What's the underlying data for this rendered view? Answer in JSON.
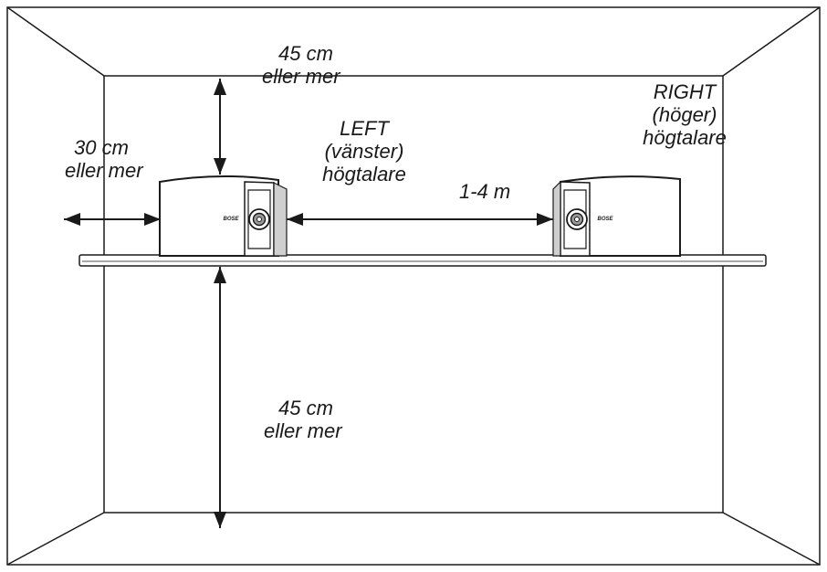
{
  "labels": {
    "top_clearance": {
      "value": "45 cm",
      "qualifier": "eller mer"
    },
    "side_clearance": {
      "value": "30 cm",
      "qualifier": "eller mer"
    },
    "bottom_clearance": {
      "value": "45 cm",
      "qualifier": "eller mer"
    },
    "speaker_spacing": "1-4 m",
    "left_speaker": {
      "name": "LEFT",
      "translation": "(vänster)",
      "type": "högtalare"
    },
    "right_speaker": {
      "name": "RIGHT",
      "translation": "(höger)",
      "type": "högtalare"
    },
    "brand": "BOSE"
  },
  "colors": {
    "line": "#1a1a1a",
    "background": "#ffffff"
  }
}
